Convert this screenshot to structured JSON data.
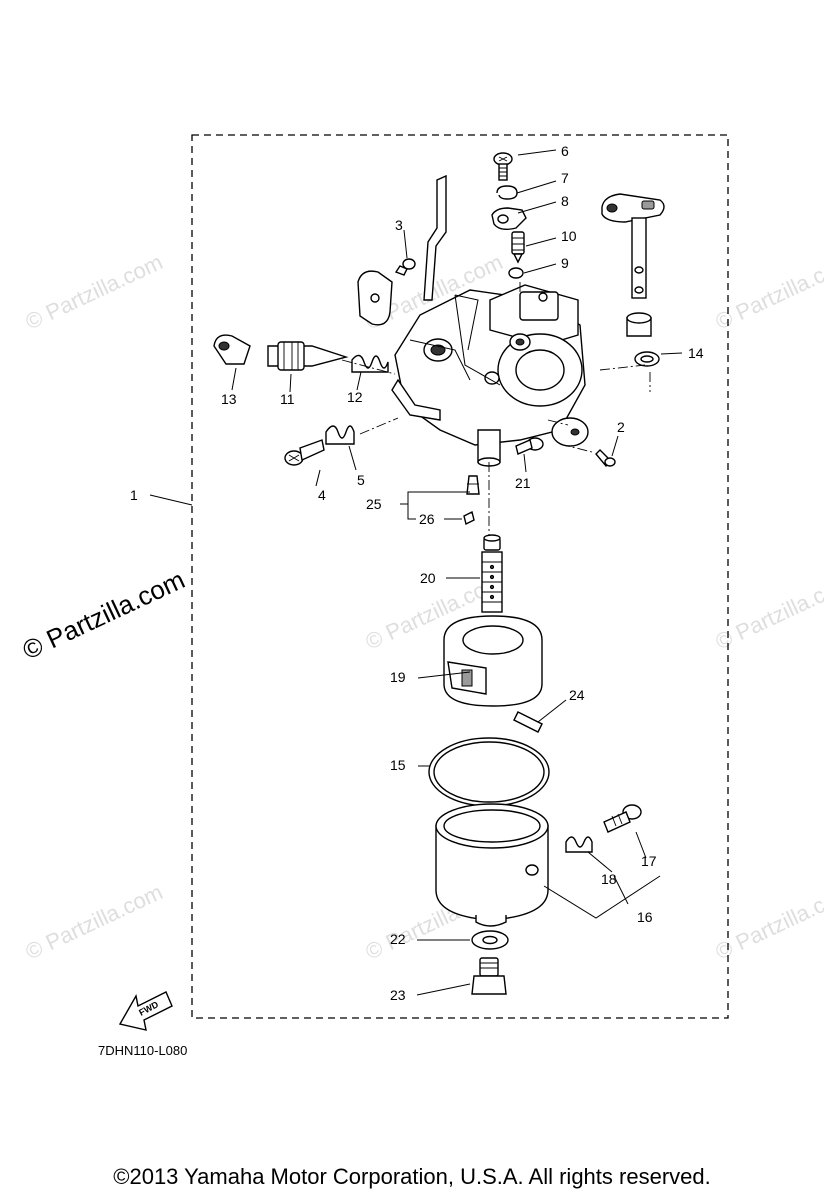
{
  "watermark": "© Partzilla.com",
  "reference_code": "7DHN110-L080",
  "fwd_label": "FWD",
  "copyright": "©2013  Yamaha Motor Corporation, U.S.A. All rights reserved.",
  "callouts": [
    "1",
    "2",
    "3",
    "4",
    "5",
    "6",
    "7",
    "8",
    "9",
    "10",
    "11",
    "12",
    "13",
    "14",
    "15",
    "16",
    "17",
    "18",
    "19",
    "20",
    "21",
    "22",
    "23",
    "24",
    "25",
    "26"
  ]
}
